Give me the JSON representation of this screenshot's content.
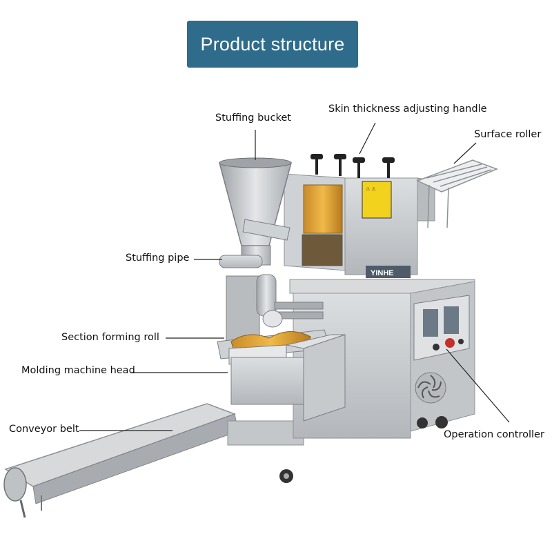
{
  "title": "Product structure",
  "labels": {
    "stuffing_bucket": "Stuffing bucket",
    "skin_handle": "Skin thickness adjusting handle",
    "surface_roller": "Surface roller",
    "stuffing_pipe": "Stuffing pipe",
    "section_roll": "Section forming roll",
    "molding_head": "Molding machine head",
    "conveyor_belt": "Conveyor belt",
    "operation_controller": "Operation controller"
  },
  "brand": "YINHE",
  "colors": {
    "title_bg": "#2f6b8a",
    "steel": "#c9cbcd",
    "warning": "#f2d21c"
  }
}
